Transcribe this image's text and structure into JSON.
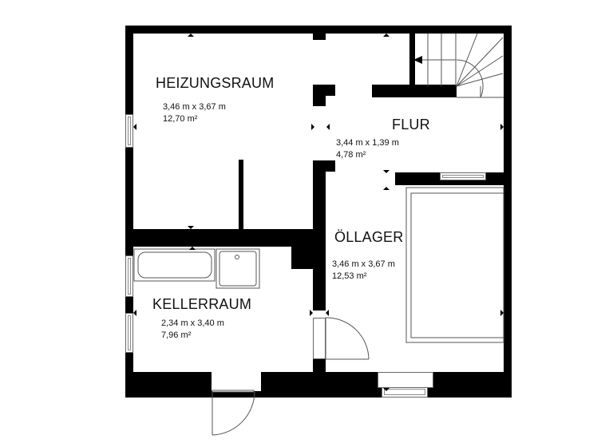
{
  "floorplan": {
    "rooms": [
      {
        "id": "heizungsraum",
        "name": "HEIZUNGSRAUM",
        "dimensions": "3,46 m x 3,67 m",
        "area": "12,70 m²"
      },
      {
        "id": "flur",
        "name": "FLUR",
        "dimensions": "3,44 m x 1,39 m",
        "area": "4,78 m²"
      },
      {
        "id": "ollager",
        "name": "ÖLLAGER",
        "dimensions": "3,46 m x 3,67 m",
        "area": "12,53 m²"
      },
      {
        "id": "kellerraum",
        "name": "KELLERRAUM",
        "dimensions": "2,34 m x 3,40 m",
        "area": "7,96 m²"
      }
    ],
    "fixtures": [
      "bathtub",
      "shower-tray",
      "staircase",
      "oil-tank",
      "entry-door",
      "storage-door"
    ],
    "colors": {
      "wall": "#000000",
      "background": "#ffffff",
      "fixture_line": "#555555"
    }
  }
}
